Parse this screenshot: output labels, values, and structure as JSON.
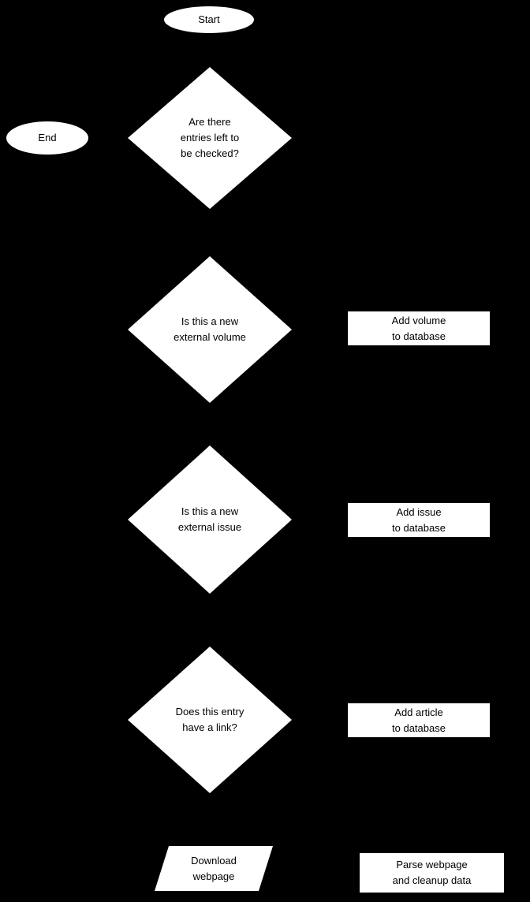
{
  "flowchart": {
    "colors": {
      "background": "#000000",
      "shape_fill": "#ffffff",
      "text": "#000000"
    },
    "nodes": {
      "start": {
        "type": "terminator",
        "lines": [
          "Start"
        ]
      },
      "end": {
        "type": "terminator",
        "lines": [
          "End"
        ]
      },
      "check_entries": {
        "type": "decision",
        "lines": [
          "Are there",
          "entries left to",
          "be checked?"
        ]
      },
      "new_external_volume": {
        "type": "decision",
        "lines": [
          "Is this a new",
          "external volume"
        ]
      },
      "add_volume": {
        "type": "process",
        "lines": [
          "Add volume",
          "to database"
        ]
      },
      "new_external_issue": {
        "type": "decision",
        "lines": [
          "Is this a new",
          "external issue"
        ]
      },
      "add_issue": {
        "type": "process",
        "lines": [
          "Add issue",
          "to database"
        ]
      },
      "entry_has_link": {
        "type": "decision",
        "lines": [
          "Does this entry",
          "have a link?"
        ]
      },
      "add_article": {
        "type": "process",
        "lines": [
          "Add article",
          "to database"
        ]
      },
      "download_webpage": {
        "type": "input-output",
        "lines": [
          "Download",
          "webpage"
        ]
      },
      "parse_webpage": {
        "type": "process",
        "lines": [
          "Parse webpage",
          "and cleanup data"
        ]
      }
    }
  }
}
